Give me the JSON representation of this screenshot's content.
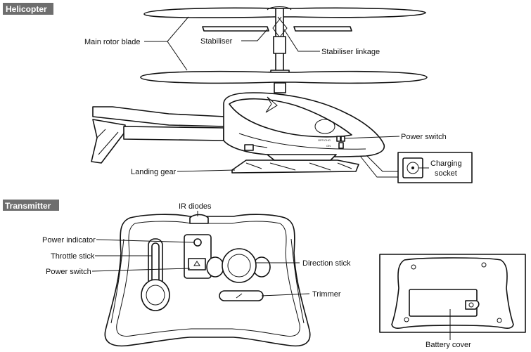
{
  "sections": {
    "helicopter": "Helicopter",
    "transmitter": "Transmitter"
  },
  "helicopter_labels": {
    "main_rotor_blade": "Main rotor blade",
    "stabiliser": "Stabiliser",
    "stabiliser_linkage": "Stabiliser linkage",
    "power_switch": "Power switch",
    "landing_gear": "Landing gear",
    "charging_socket_line1": "Charging",
    "charging_socket_line2": "socket",
    "switch_off_text": "OFF/CHG",
    "switch_on_text": "ON"
  },
  "transmitter_labels": {
    "ir_diodes": "IR diodes",
    "power_indicator": "Power indicator",
    "throttle_stick": "Throttle stick",
    "power_switch": "Power switch",
    "direction_stick": "Direction stick",
    "trimmer": "Trimmer",
    "battery_cover": "Battery cover"
  },
  "colors": {
    "header_bg": "#6e6e6e",
    "line": "#111111"
  }
}
